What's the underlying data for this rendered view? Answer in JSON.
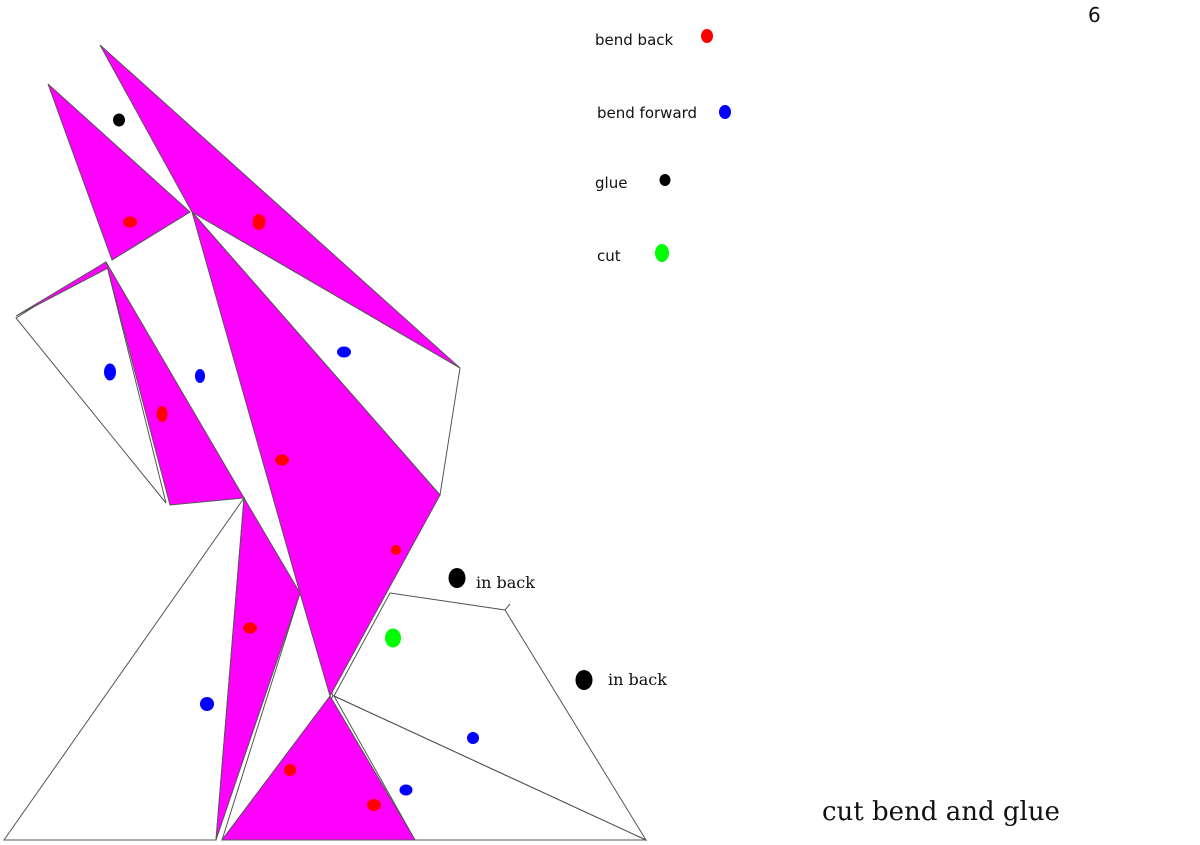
{
  "page_number": "6",
  "title": "cut bend and glue",
  "legend": [
    {
      "label": "bend back",
      "color": "#ff0000",
      "marker": "red-dot"
    },
    {
      "label": "bend forward",
      "color": "#0000ff",
      "marker": "blue-dot"
    },
    {
      "label": "glue",
      "color": "#000000",
      "marker": "black-dot"
    },
    {
      "label": "cut",
      "color": "#00ff00",
      "marker": "green-dot"
    }
  ],
  "notes": [
    {
      "text": "in back",
      "marker": "glue-dot"
    },
    {
      "text": "in back",
      "marker": "glue-dot"
    }
  ],
  "colors": {
    "fill": "#ff00ff",
    "bend_back": "#ff0000",
    "bend_forward": "#0000ff",
    "glue": "#000000",
    "cut": "#00ff00",
    "line": "#555555"
  }
}
